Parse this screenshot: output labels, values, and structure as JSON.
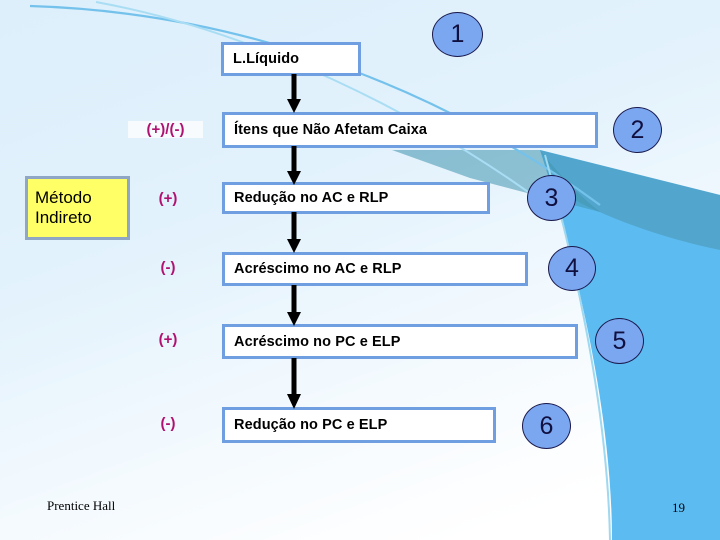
{
  "slide": {
    "page_number": "19",
    "footer_label": "Prentice Hall",
    "colors": {
      "box_border": "#6f9fe0",
      "box_fill": "#ffffff",
      "highlight_fill": "#ffff66",
      "highlight_border": "#8fa6c4",
      "sign_text": "#b01070",
      "bullet_fill": "#7ba6f0",
      "bullet_border": "#1a1a4e",
      "swoosh": "#5cbcf2",
      "swoosh_dark": "#4f9fc0",
      "background_top": "#dcefFB",
      "background_bottom": "#ffffff"
    }
  },
  "highlight": {
    "line1": "Método",
    "line2": "Indireto"
  },
  "signs": [
    {
      "label": "(+)/(-)"
    },
    {
      "label": "(+)"
    },
    {
      "label": "(-)"
    },
    {
      "label": "(+)"
    },
    {
      "label": "(-)"
    }
  ],
  "flow": {
    "boxes": [
      {
        "label": "L.Líquido"
      },
      {
        "label": "Ítens que Não Afetam Caixa"
      },
      {
        "label": "Redução no AC e RLP"
      },
      {
        "label": "Acréscimo no AC e RLP"
      },
      {
        "label": "Acréscimo no PC e ELP"
      },
      {
        "label": "Redução no PC e ELP"
      }
    ]
  },
  "bullets": [
    {
      "number": "1"
    },
    {
      "number": "2"
    },
    {
      "number": "3"
    },
    {
      "number": "4"
    },
    {
      "number": "5"
    },
    {
      "number": "6"
    }
  ]
}
